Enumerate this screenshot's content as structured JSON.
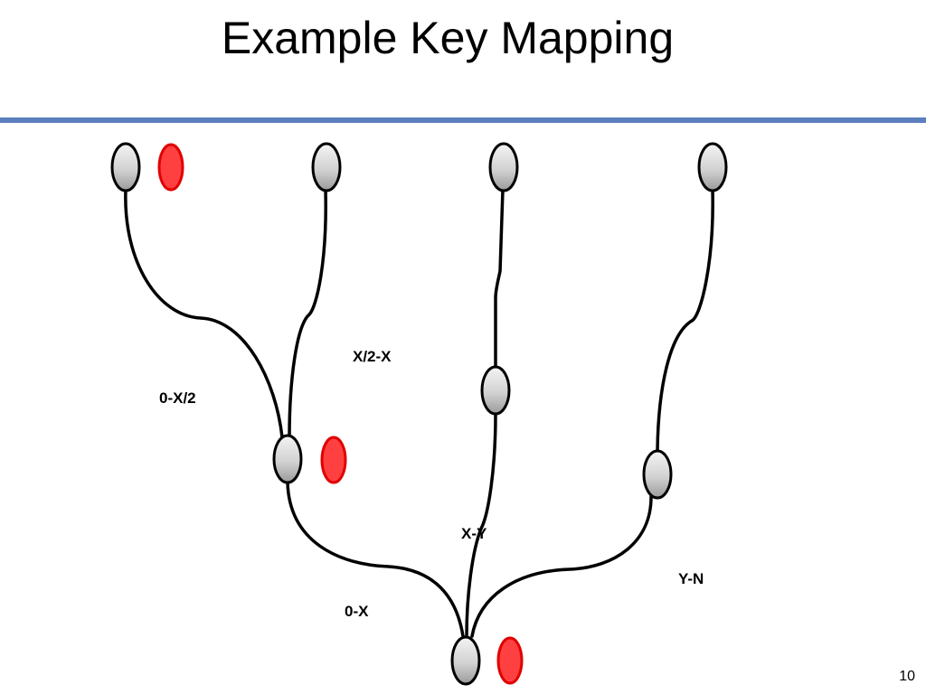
{
  "slide": {
    "title": "Example Key Mapping",
    "page_number": "10"
  },
  "diagram": {
    "edge_labels": {
      "zero_to_half_x": "0-X/2",
      "half_x_to_x": "X/2-X",
      "zero_to_x": "0-X",
      "x_to_y": "X-Y",
      "y_to_n": "Y-N"
    },
    "colors": {
      "node_fill_light": "#f2f2f2",
      "node_fill_dark": "#9a9a9a",
      "key_fill": "#ff4040",
      "key_stroke": "#e00000",
      "edge_stroke": "#000000",
      "rule": "#5b7fbf"
    }
  }
}
